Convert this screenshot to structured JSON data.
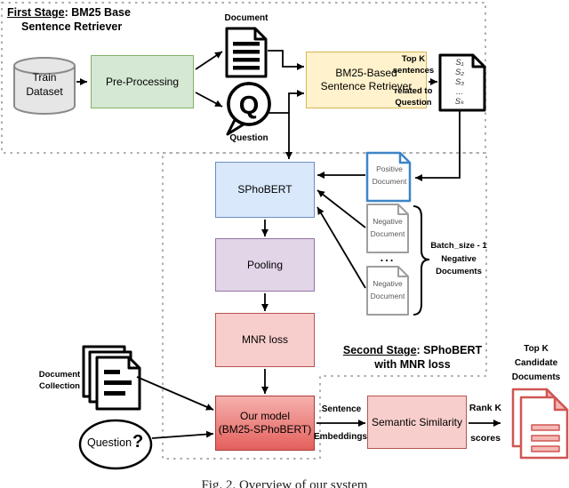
{
  "stage1": {
    "title_underlined": "First Stage",
    "title_rest": ": BM25 Base",
    "title_line2": "Sentence Retriever",
    "train_dataset_label": "Train Dataset",
    "preprocessing_label": "Pre-Processing",
    "document_label": "Document",
    "question_label": "Question",
    "question_glyph": "Q",
    "bm25_label": "BM25-Based Sentence Retriever",
    "topk_label_top": "Top K sentences",
    "topk_label_bottom": "related to Question",
    "sentence_doc_items": [
      "S₁",
      "S₂",
      "S₃",
      "...",
      "Sₖ"
    ]
  },
  "stage2": {
    "title_underlined": "Second Stage",
    "title_rest": ": SPhoBERT",
    "title_line2": "with MNR loss",
    "sphobert_label": "SPhoBERT",
    "pooling_label": "Pooling",
    "mnr_loss_label": "MNR loss",
    "positive_doc_label": "Positive Document",
    "negative_doc_1_label": "Negative Document",
    "negative_doc_2_label": "Negative Document",
    "ellipsis": "...",
    "batch_line1": "Batch_size - 1",
    "batch_line2": "Negative",
    "batch_line3": "Documents"
  },
  "inference": {
    "document_collection_label": "Document Collection",
    "question_label": "Question",
    "question_mark": "?",
    "our_model_line1": "Our model",
    "our_model_line2": "(BM25-SPhoBERT)",
    "sentence_label": "Sentence",
    "embeddings_label": "Embeddings",
    "semantic_similarity_label": "Semantic Similarity",
    "rank_label": "Rank K",
    "scores_label": "scores",
    "topk_line1": "Top K",
    "topk_line2": "Candidate",
    "topk_line3": "Documents"
  },
  "caption": "Fig. 2. Overview of our system",
  "colors": {
    "preprocessing_fill": "#d5e8d4",
    "preprocessing_border": "#82b366",
    "bm25_fill": "#fff2cc",
    "bm25_border": "#d6b656",
    "sphobert_fill": "#dae8fc",
    "sphobert_border": "#6c8ebf",
    "pooling_fill": "#e1d5e7",
    "pooling_border": "#9673a6",
    "mnr_fill": "#f8cecc",
    "mnr_border": "#b85450",
    "our_model_gradient_top": "#f5b1ae",
    "our_model_gradient_bottom": "#e4605c",
    "positive_doc_border": "#3d85c6",
    "negative_doc_border": "#9e9e9e",
    "candidate_doc_border": "#cf5652",
    "dotted_border": "#adadad"
  }
}
